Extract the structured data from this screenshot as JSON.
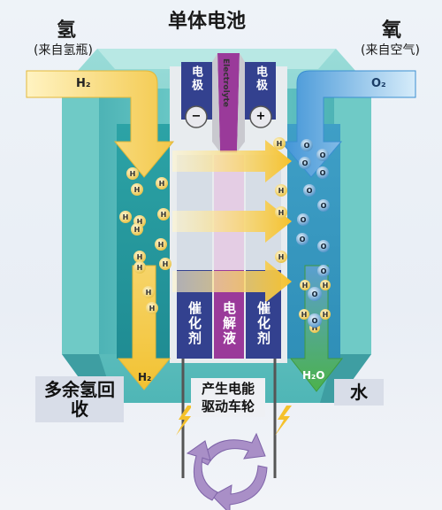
{
  "title": "单体电池",
  "left_gas": {
    "name": "氢",
    "source": "(来自氢瓶)",
    "inlet_label": "H₂",
    "outlet_label": "H₂"
  },
  "right_gas": {
    "name": "氧",
    "source": "(来自空气)",
    "inlet_label": "O₂",
    "outlet_label": "H₂O"
  },
  "electrode_left": "电极",
  "electrode_right": "电极",
  "electrolyte_label": "Electrolyte",
  "catalyst_left": "催化剂",
  "electrolyte_cn": "电解液",
  "catalyst_right": "催化剂",
  "excess_hydrogen": "多余氢回收",
  "water": "水",
  "power_caption": "产生电能驱动车轮",
  "negative_symbol": "−",
  "positive_symbol": "+",
  "hydrogen_atom": "H",
  "oxygen_atom": "O",
  "colors": {
    "hydrogen_arrow": "#f4d060",
    "oxygen_arrow": "#4aa0e0",
    "housing": "#5fc2c0",
    "electrode": "#33418f",
    "electrolyte": "#9a3a9a",
    "water_arrow": "#5ab35a"
  }
}
